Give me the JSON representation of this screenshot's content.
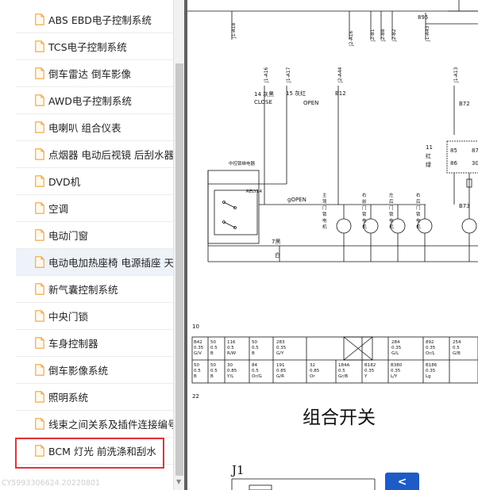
{
  "sidebar": {
    "items": [
      {
        "label": "ABS EBD电子控制系统"
      },
      {
        "label": "TCS电子控制系统"
      },
      {
        "label": "倒车雷达 倒车影像"
      },
      {
        "label": "AWD电子控制系统"
      },
      {
        "label": "电喇叭 组合仪表"
      },
      {
        "label": "点烟器 电动后视镜 后刮水器"
      },
      {
        "label": "DVD机"
      },
      {
        "label": "空调"
      },
      {
        "label": "电动门窗"
      },
      {
        "label": "电动电加热座椅 电源插座 天窗"
      },
      {
        "label": "新气囊控制系统"
      },
      {
        "label": "中央门锁"
      },
      {
        "label": "车身控制器"
      },
      {
        "label": "倒车影像系统"
      },
      {
        "label": "照明系统"
      },
      {
        "label": "线束之间关系及插件连接编号"
      },
      {
        "label": "BCM 灯光 前洗涤和刮水"
      }
    ],
    "hovered_index": 9,
    "selected_index": 16,
    "icon": "document-icon",
    "watermark": "CY5993306624.20220801"
  },
  "viewer": {
    "connectors": [
      "J1-A18",
      "J2-A16",
      "J2-B1",
      "J2-B8",
      "J2-B2",
      "J1-A43",
      "J1-A16",
      "J1-A17",
      "J2-A44",
      "J1-A13"
    ],
    "wire_labels": {
      "w895": "895",
      "w14": "14 灰黑",
      "close": "CLOSE",
      "w15": "15 灰红",
      "open": "OPEN",
      "b12": "B12",
      "b72": "B72",
      "b73": "B73",
      "relay_label": "中控锁继电器",
      "relay": "RELY14",
      "gopen": "gOPEN",
      "w7": "7黑",
      "bai": "白",
      "r11": "11",
      "hong": "红",
      "lv": "绿",
      "k85": "85",
      "k86": "86",
      "k87": "87",
      "k30": "30"
    },
    "motor_labels": [
      "主驾门锁电机",
      "右前门锁电机",
      "左后门锁电机",
      "右后门锁电机"
    ],
    "table_row_label_1": "10",
    "table_row1": [
      "B42\n0.35\nG/V",
      "50\n0.5\nB",
      "116\n0.5\nR/W",
      "50\n0.5\nB",
      "283\n0.35\nG/Y",
      "",
      "284\n0.35\nG/L",
      "892\n0.35\nOr/L",
      "254\n0.5\nG/B"
    ],
    "table_row2": [
      "50\n0.5\nB",
      "50\n0.5\nB",
      "30\n0.85\nY/L",
      "84\n0.5\nOr/G",
      "191\n0.85\nG/R",
      "32\n0.85\nOr",
      "184A\n0.5\nGr/B",
      "B182\n0.35\nY",
      "B380\n0.35\nL/Y",
      "B186\n0.35\nLg"
    ],
    "page_number": "22",
    "section_title": "组合开关",
    "j1_label": "J1"
  },
  "buttons": {
    "collapse_label": "<"
  },
  "colors": {
    "accent": "#1e5bc6",
    "selection_border": "#e0343a",
    "hover_bg": "#eef3fa",
    "icon_orange": "#f0a23a"
  }
}
